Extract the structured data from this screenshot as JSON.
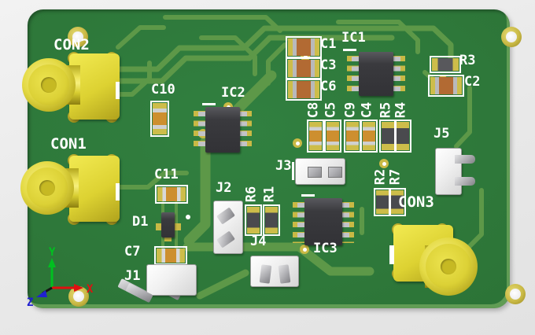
{
  "viewer": {
    "description": "3D rendered printed circuit board in EDA 3D viewer",
    "board_shape": "rounded-rectangle with 4 corner mounting holes"
  },
  "colors": {
    "background": "#e8e8e8",
    "board_green": "#2c7336",
    "trace_green": "#5d9848",
    "silkscreen": "#ffffff",
    "pad_gold": "#c9b945",
    "connector_yellow": "#e0d53a",
    "ic_body": "#3a3a3e",
    "capacitor_orange": "#b26a33",
    "axis_x": "#e01010",
    "axis_y": "#00c020",
    "axis_z": "#2020d0"
  },
  "refs": {
    "con1": "CON1",
    "con2": "CON2",
    "con3": "CON3",
    "c1": "C1",
    "c2": "C2",
    "c3": "C3",
    "c4": "C4",
    "c5": "C5",
    "c6": "C6",
    "c7": "C7",
    "c8": "C8",
    "c9": "C9",
    "c10": "C10",
    "c11": "C11",
    "d1": "D1",
    "r1": "R1",
    "r2": "R2",
    "r3": "R3",
    "r4": "R4",
    "r5": "R5",
    "r6": "R6",
    "r7": "R7",
    "ic1": "IC1",
    "ic2": "IC2",
    "ic3": "IC3",
    "j1": "J1",
    "j2": "J2",
    "j3": "J3",
    "j4": "J4",
    "j5": "J5"
  },
  "axis": {
    "x": "X",
    "y": "Y",
    "z": "Z"
  }
}
